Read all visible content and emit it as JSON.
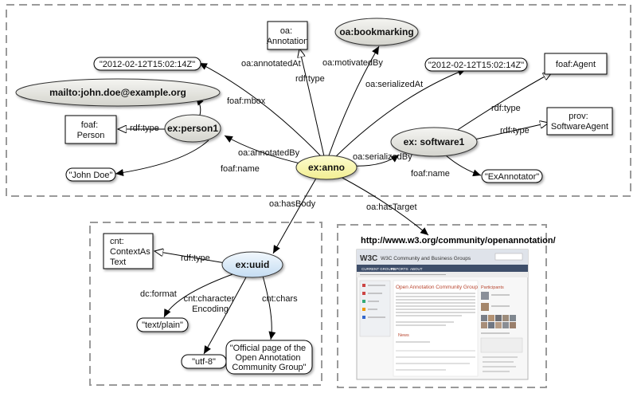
{
  "nodes": {
    "anno": "ex:anno",
    "annotation_class": [
      "oa:",
      "Annotation"
    ],
    "bookmarking": "oa:bookmarking",
    "date1": "\"2012-02-12T15:02:14Z\"",
    "date2": "\"2012-02-12T15:02:14Z\"",
    "mailto": "mailto:john.doe@example.org",
    "person1": "ex:person1",
    "foaf_person": [
      "foaf:",
      "Person"
    ],
    "john_doe": "\"John Doe\"",
    "foaf_agent": "foaf:Agent",
    "prov_agent": [
      "prov:",
      "SoftwareAgent"
    ],
    "software1": "ex: software1",
    "exannotator": "\"ExAnnotator\"",
    "uuid": "ex:uuid",
    "cnt_class": [
      "cnt:",
      "ContextAs",
      "Text"
    ],
    "text_plain": "\"text/plain\"",
    "utf8": "\"utf-8\"",
    "chars_value": [
      "\"Official page of the",
      "Open Annotation",
      "Community Group\""
    ],
    "target_url": "http://www.w3.org/community/openannotation/"
  },
  "edges": {
    "annotatedAt": "oa:annotatedAt",
    "rdf_type_anno": "rdf:type",
    "motivatedBy": "oa:motivatedBy",
    "serializedAt": "oa:serializedAt",
    "mbox": "foaf:mbox",
    "rdf_type_person": "rdf:type",
    "annotatedBy": "oa:annotatedBy",
    "name_person": "foaf:name",
    "serializedBy": "oa:serializedBy",
    "rdf_type_sw1": "rdf:type",
    "rdf_type_sw2": "rdf:type",
    "name_sw": "foaf:name",
    "hasBody": "oa:hasBody",
    "hasTarget": "oa:hasTarget",
    "rdf_type_body": "rdf:type",
    "format": "dc:format",
    "char_encoding": [
      "cnt:character",
      "Encoding"
    ],
    "chars": "cnt:chars"
  },
  "webpage": {
    "header": "W3C Community and Business Groups",
    "page_title": "Open Annotation Community Group",
    "sidebar_heading": "Participants",
    "tabs": [
      "CURRENT GROUPS",
      "REPORTS",
      "ABOUT"
    ],
    "news_heading": "News"
  }
}
